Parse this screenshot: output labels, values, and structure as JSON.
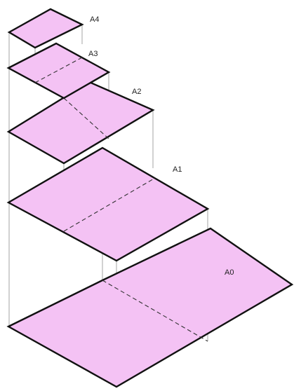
{
  "colors": {
    "sheet_fill": "#f4c2f4",
    "sheet_edge": "#111111",
    "guide_line": "#9a9a9a",
    "fold_line": "#333333",
    "background": "#ffffff"
  },
  "sheets": [
    {
      "label": "A4"
    },
    {
      "label": "A3"
    },
    {
      "label": "A2"
    },
    {
      "label": "A1"
    },
    {
      "label": "A0"
    }
  ]
}
